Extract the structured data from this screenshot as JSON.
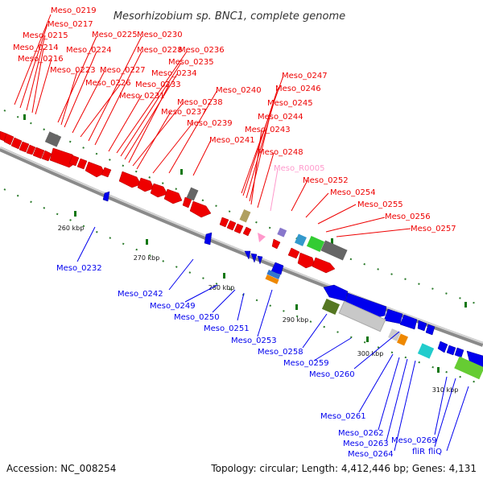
{
  "title": "Mesorhizobium sp. BNC1, complete genome",
  "footer": {
    "accession": "Accession: NC_008254",
    "summary": "Topology: circular; Length: 4,412,446 bp; Genes: 4,131"
  },
  "colors": {
    "forward": "#ee0000",
    "reverse": "#0000ee",
    "rna": "#ff99cc",
    "backbone": "#999999",
    "tick": "#006600"
  },
  "ticks": [
    "260 kbp",
    "270 kbp",
    "280 kbp",
    "290 kbp",
    "300 kbp",
    "310 kbp"
  ],
  "forward_labels": [
    "Meso_0219",
    "Meso_0217",
    "Meso_0215",
    "Meso_0214",
    "Meso_0216",
    "Meso_0225",
    "Meso_0230",
    "Meso_0224",
    "Meso_0228",
    "Meso_0223",
    "Meso_0227",
    "Meso_0226",
    "Meso_0236",
    "Meso_0235",
    "Meso_0234",
    "Meso_0233",
    "Meso_0231",
    "Meso_0238",
    "Meso_0240",
    "Meso_0237",
    "Meso_0239",
    "Meso_0241",
    "Meso_0247",
    "Meso_0246",
    "Meso_0245",
    "Meso_0244",
    "Meso_0243",
    "Meso_0248",
    "Meso_0252",
    "Meso_0254",
    "Meso_0255",
    "Meso_0256",
    "Meso_0257"
  ],
  "rna_labels": [
    "Meso_R0005"
  ],
  "reverse_labels": [
    "Meso_0232",
    "Meso_0242",
    "Meso_0249",
    "Meso_0250",
    "Meso_0251",
    "Meso_0253",
    "Meso_0258",
    "Meso_0259",
    "Meso_0260",
    "Meso_0261",
    "Meso_0262",
    "Meso_0263",
    "Meso_0264",
    "Meso_0269",
    "fliR",
    "fliQ"
  ]
}
